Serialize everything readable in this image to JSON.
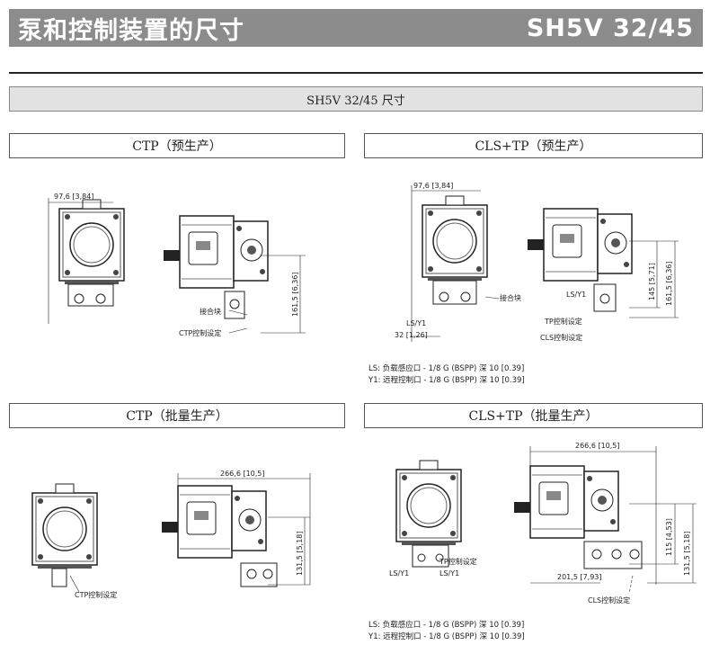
{
  "header": {
    "title_cn": "泵和控制装置的尺寸",
    "title_model": "SH5V 32/45"
  },
  "subheader": "SH5V  32/45  尺寸",
  "panels": {
    "ctp_pre": {
      "title": "CTP（预生产）",
      "dim_width": "97,6 [3,84]",
      "dim_height": "161,5 [6,36]",
      "lbl_connector": "接合块",
      "lbl_ctp": "CTP控制设定"
    },
    "cls_pre": {
      "title": "CLS+TP（预生产）",
      "dim_width": "97,6 [3,84]",
      "dim_145": "145 [5,71]",
      "dim_161": "161,5 [6,36]",
      "dim_32": "32 [1,26]",
      "lbl_connector": "接合块",
      "lbl_lsy1_a": "LS/Y1",
      "lbl_lsy1_b": "LS/Y1",
      "lbl_tp": "TP控制设定",
      "lbl_cls": "CLS控制设定",
      "note_ls": "LS: 负载感应口 - 1/8 G (BSPP) 深 10 [0.39]",
      "note_y1": "Y1: 远程控制口 - 1/8 G (BSPP) 深 10 [0.39]"
    },
    "ctp_batch": {
      "title": "CTP（批量生产）",
      "dim_length": "266,6 [10,5]",
      "dim_height": "131,5 [5,18]",
      "lbl_ctp": "CTP控制设定"
    },
    "cls_batch": {
      "title": "CLS+TP（批量生产）",
      "dim_length": "266,6 [10,5]",
      "dim_115": "115 [4,53]",
      "dim_131": "131,5 [5,18]",
      "dim_201": "201,5 [7,93]",
      "lbl_tp": "TP控制设定",
      "lbl_lsy1_a": "LS/Y1",
      "lbl_lsy1_b": "LS/Y1",
      "lbl_cls": "CLS控制设定",
      "note_ls": "LS: 负载感应口 - 1/8 G (BSPP) 深 10 [0.39]",
      "note_y1": "Y1: 远程控制口 - 1/8 G (BSPP) 深 10 [0.39]"
    }
  }
}
